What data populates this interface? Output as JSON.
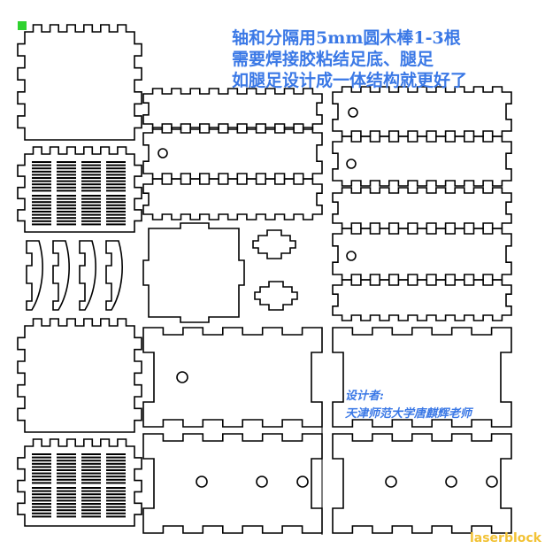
{
  "notes": {
    "line1": "轴和分隔用5mm圆木棒1-3根",
    "line2": "需要焊接胶粘结足底、腿足",
    "line3": "如腿足设计成一体结构就更好了"
  },
  "credit": {
    "label": "设计者:",
    "author": "天津师范大学唐麒辉老师"
  },
  "watermark": "laserblock",
  "colors": {
    "stroke": "#000000",
    "annotation": "#3a78e6",
    "watermark": "#f2c235",
    "marker": "#2fd22f"
  }
}
